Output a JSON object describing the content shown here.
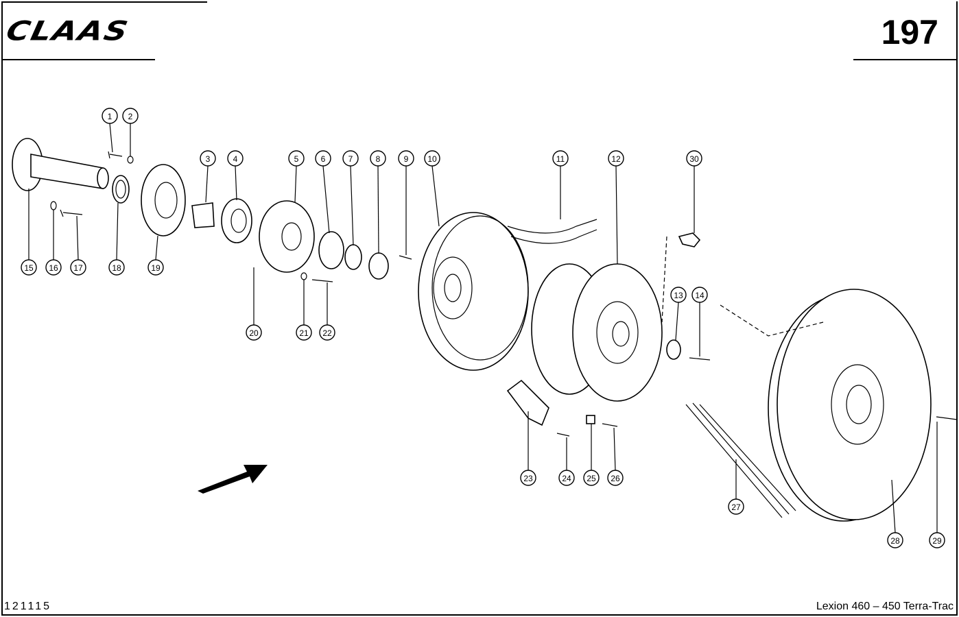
{
  "header": {
    "brand": "CLAAS",
    "page_number": "197"
  },
  "footer": {
    "drawing_number": "121115",
    "model": "Lexion 460 – 450 Terra-Trac"
  },
  "callouts": [
    "1",
    "2",
    "3",
    "4",
    "5",
    "6",
    "7",
    "8",
    "9",
    "10",
    "11",
    "12",
    "13",
    "14",
    "15",
    "16",
    "17",
    "18",
    "19",
    "20",
    "21",
    "22",
    "23",
    "24",
    "25",
    "26",
    "27",
    "28",
    "29",
    "30"
  ]
}
